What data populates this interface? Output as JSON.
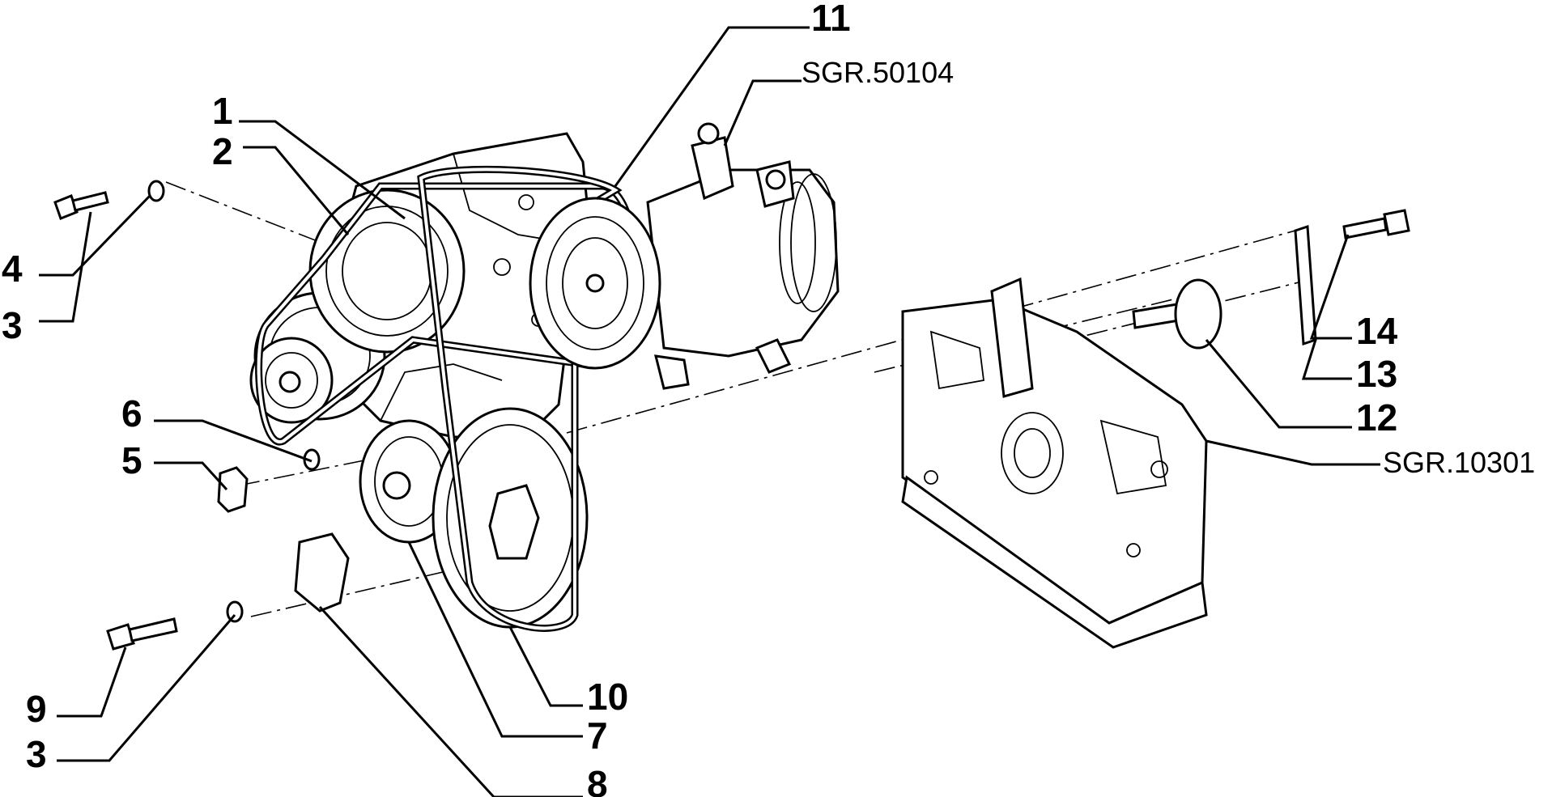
{
  "diagram": {
    "labels": {
      "p1": "1",
      "p2": "2",
      "p3a": "3",
      "p3b": "3",
      "p4": "4",
      "p5": "5",
      "p6": "6",
      "p7": "7",
      "p8": "8",
      "p9": "9",
      "p10": "10",
      "p11": "11",
      "p12": "12",
      "p13": "13",
      "p14": "14"
    },
    "references": {
      "compressor_group": "SGR.50104",
      "engine_block_group": "SGR.10301"
    }
  }
}
